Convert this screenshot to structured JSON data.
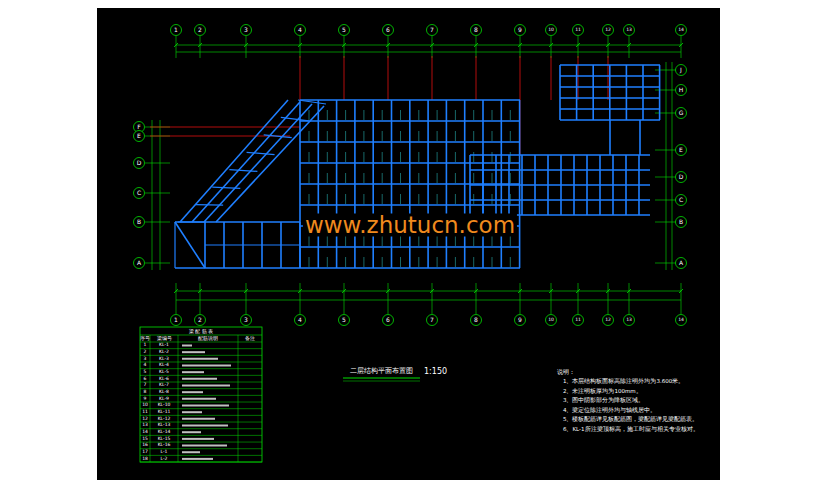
{
  "diagram": {
    "title": "二层结构平面布置图",
    "labels": [
      "1",
      "2",
      "3",
      "4",
      "5",
      "6",
      "7",
      "8",
      "9",
      "10",
      "11",
      "12",
      "13",
      "14",
      "1",
      "2",
      "3",
      "4",
      "5",
      "6",
      "7",
      "8",
      "9",
      "10",
      "11",
      "12",
      "13",
      "14",
      "F",
      "E",
      "D",
      "C",
      "B",
      "A",
      "J",
      "H",
      "G",
      "E",
      "D",
      "C",
      "B",
      "A",
      "1:150",
      "www.zhutucn.com",
      "梁 配 筋 表",
      "序号",
      "梁编号",
      "配筋说明",
      "备注",
      "1",
      "KL-1",
      "2",
      "KL-2",
      "3",
      "KL-3",
      "4",
      "KL-4",
      "5",
      "KL-5",
      "6",
      "KL-6",
      "7",
      "KL-7",
      "8",
      "KL-8",
      "9",
      "KL-9",
      "10",
      "KL-10",
      "11",
      "KL-11",
      "12",
      "KL-12",
      "13",
      "KL-13",
      "14",
      "KL-14",
      "15",
      "KL-15",
      "16",
      "KL-16",
      "17",
      "L-1",
      "18",
      "L-2",
      "说明：",
      "1、本层结构板面标高除注明外均为3.600米。",
      "2、未注明板厚均为100mm。",
      "3、图中阴影部分为降板区域。",
      "4、梁定位除注明外均与轴线居中。",
      "5、楼板配筋详见板配筋图，梁配筋详见梁配筋表。",
      "6、KL-1所注梁顶标高，施工时应与相关专业核对。"
    ]
  }
}
